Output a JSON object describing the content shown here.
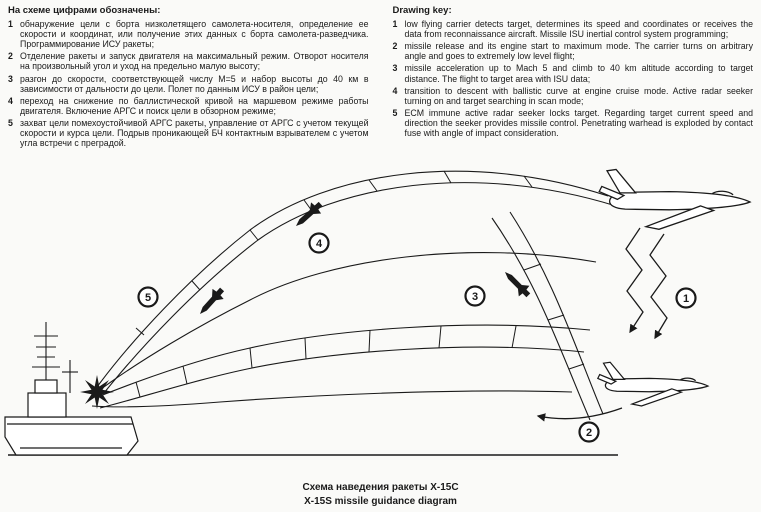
{
  "russian_key": {
    "title": "На схеме цифрами обозначены:",
    "items": [
      {
        "num": "1",
        "text": "обнаружение цели с борта низколетящего самолета-носителя, определение ее скорости и координат, или получение этих данных с борта самолета-разведчика. Программирование ИСУ ракеты;"
      },
      {
        "num": "2",
        "text": "Отделение ракеты и запуск двигателя на максимальный режим. Отворот носителя на произвольный угол и уход на предельно малую высоту;"
      },
      {
        "num": "3",
        "text": "разгон до скорости, соответствующей числу М=5 и набор высоты до 40 км в зависимости от дальности до цели. Полет по данным ИСУ в район цели;"
      },
      {
        "num": "4",
        "text": "переход на снижение по баллистической кривой на маршевом режиме работы двигателя. Включение АРГС и поиск цели в обзорном режиме;"
      },
      {
        "num": "5",
        "text": "захват цели помехоустойчивой АРГС ракеты, управление от АРГС с учетом текущей скорости и курса цели. Подрыв проникающей БЧ контактным взрывателем с учетом угла встречи с преградой."
      }
    ]
  },
  "english_key": {
    "title": "Drawing key:",
    "items": [
      {
        "num": "1",
        "text": "low flying carrier detects target, determines its speed and coordinates or receives the data from reconnaissance aircraft. Missile ISU inertial control system programming;"
      },
      {
        "num": "2",
        "text": "missile release and its engine start to maximum mode. The carrier turns on arbitrary angle and goes to extremely low level flight;"
      },
      {
        "num": "3",
        "text": "missile acceleration up to Mach 5 and climb to 40 km altitude according to target distance. The flight to target area with ISU data;"
      },
      {
        "num": "4",
        "text": "transition to descent with ballistic curve at engine cruise mode. Active radar seeker turning on and target searching in scan mode;"
      },
      {
        "num": "5",
        "text": "ECM immune active radar seeker locks target. Regarding target current speed and direction the seeker provides missile control. Penetrating warhead is exploded by contact fuse with angle of impact consideration."
      }
    ]
  },
  "diagram": {
    "callouts": [
      "1",
      "2",
      "3",
      "4",
      "5"
    ],
    "ink_color": "#1a1a1a"
  },
  "caption": {
    "line1": "Схема наведения ракеты Х-15С",
    "line2": "Х-15S missile guidance diagram"
  }
}
